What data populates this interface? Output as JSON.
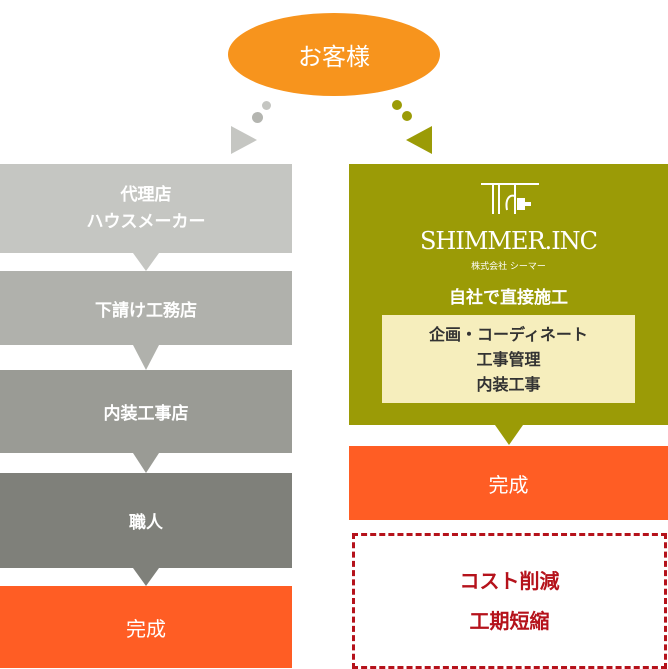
{
  "customer": {
    "label": "お客様"
  },
  "left_flow": {
    "step1": {
      "line1": "代理店",
      "line2": "ハウスメーカー"
    },
    "step2": {
      "label": "下請け工務店"
    },
    "step3": {
      "label": "内装工事店"
    },
    "step4": {
      "label": "職人"
    },
    "final": {
      "label": "完成"
    }
  },
  "right_flow": {
    "logo": {
      "company": "SHIMMER.INC",
      "subtitle": "株式会社 シーマー"
    },
    "tagline": "自社で直接施工",
    "services": [
      "企画・コーディネート",
      "工事管理",
      "内装工事"
    ],
    "final": {
      "label": "完成"
    },
    "benefits": [
      "コスト削減",
      "工期短縮"
    ]
  },
  "colors": {
    "customer": "#f7941d",
    "left_step1": "#c5c6c2",
    "left_step2": "#b0b1ac",
    "left_step3": "#9a9b95",
    "left_step4": "#7f807a",
    "orange": "#ff5d24",
    "olive": "#9b9b06",
    "services_bg": "#f6eebd",
    "benefit_text": "#b5121b",
    "dashed_border": "#b5121b"
  }
}
